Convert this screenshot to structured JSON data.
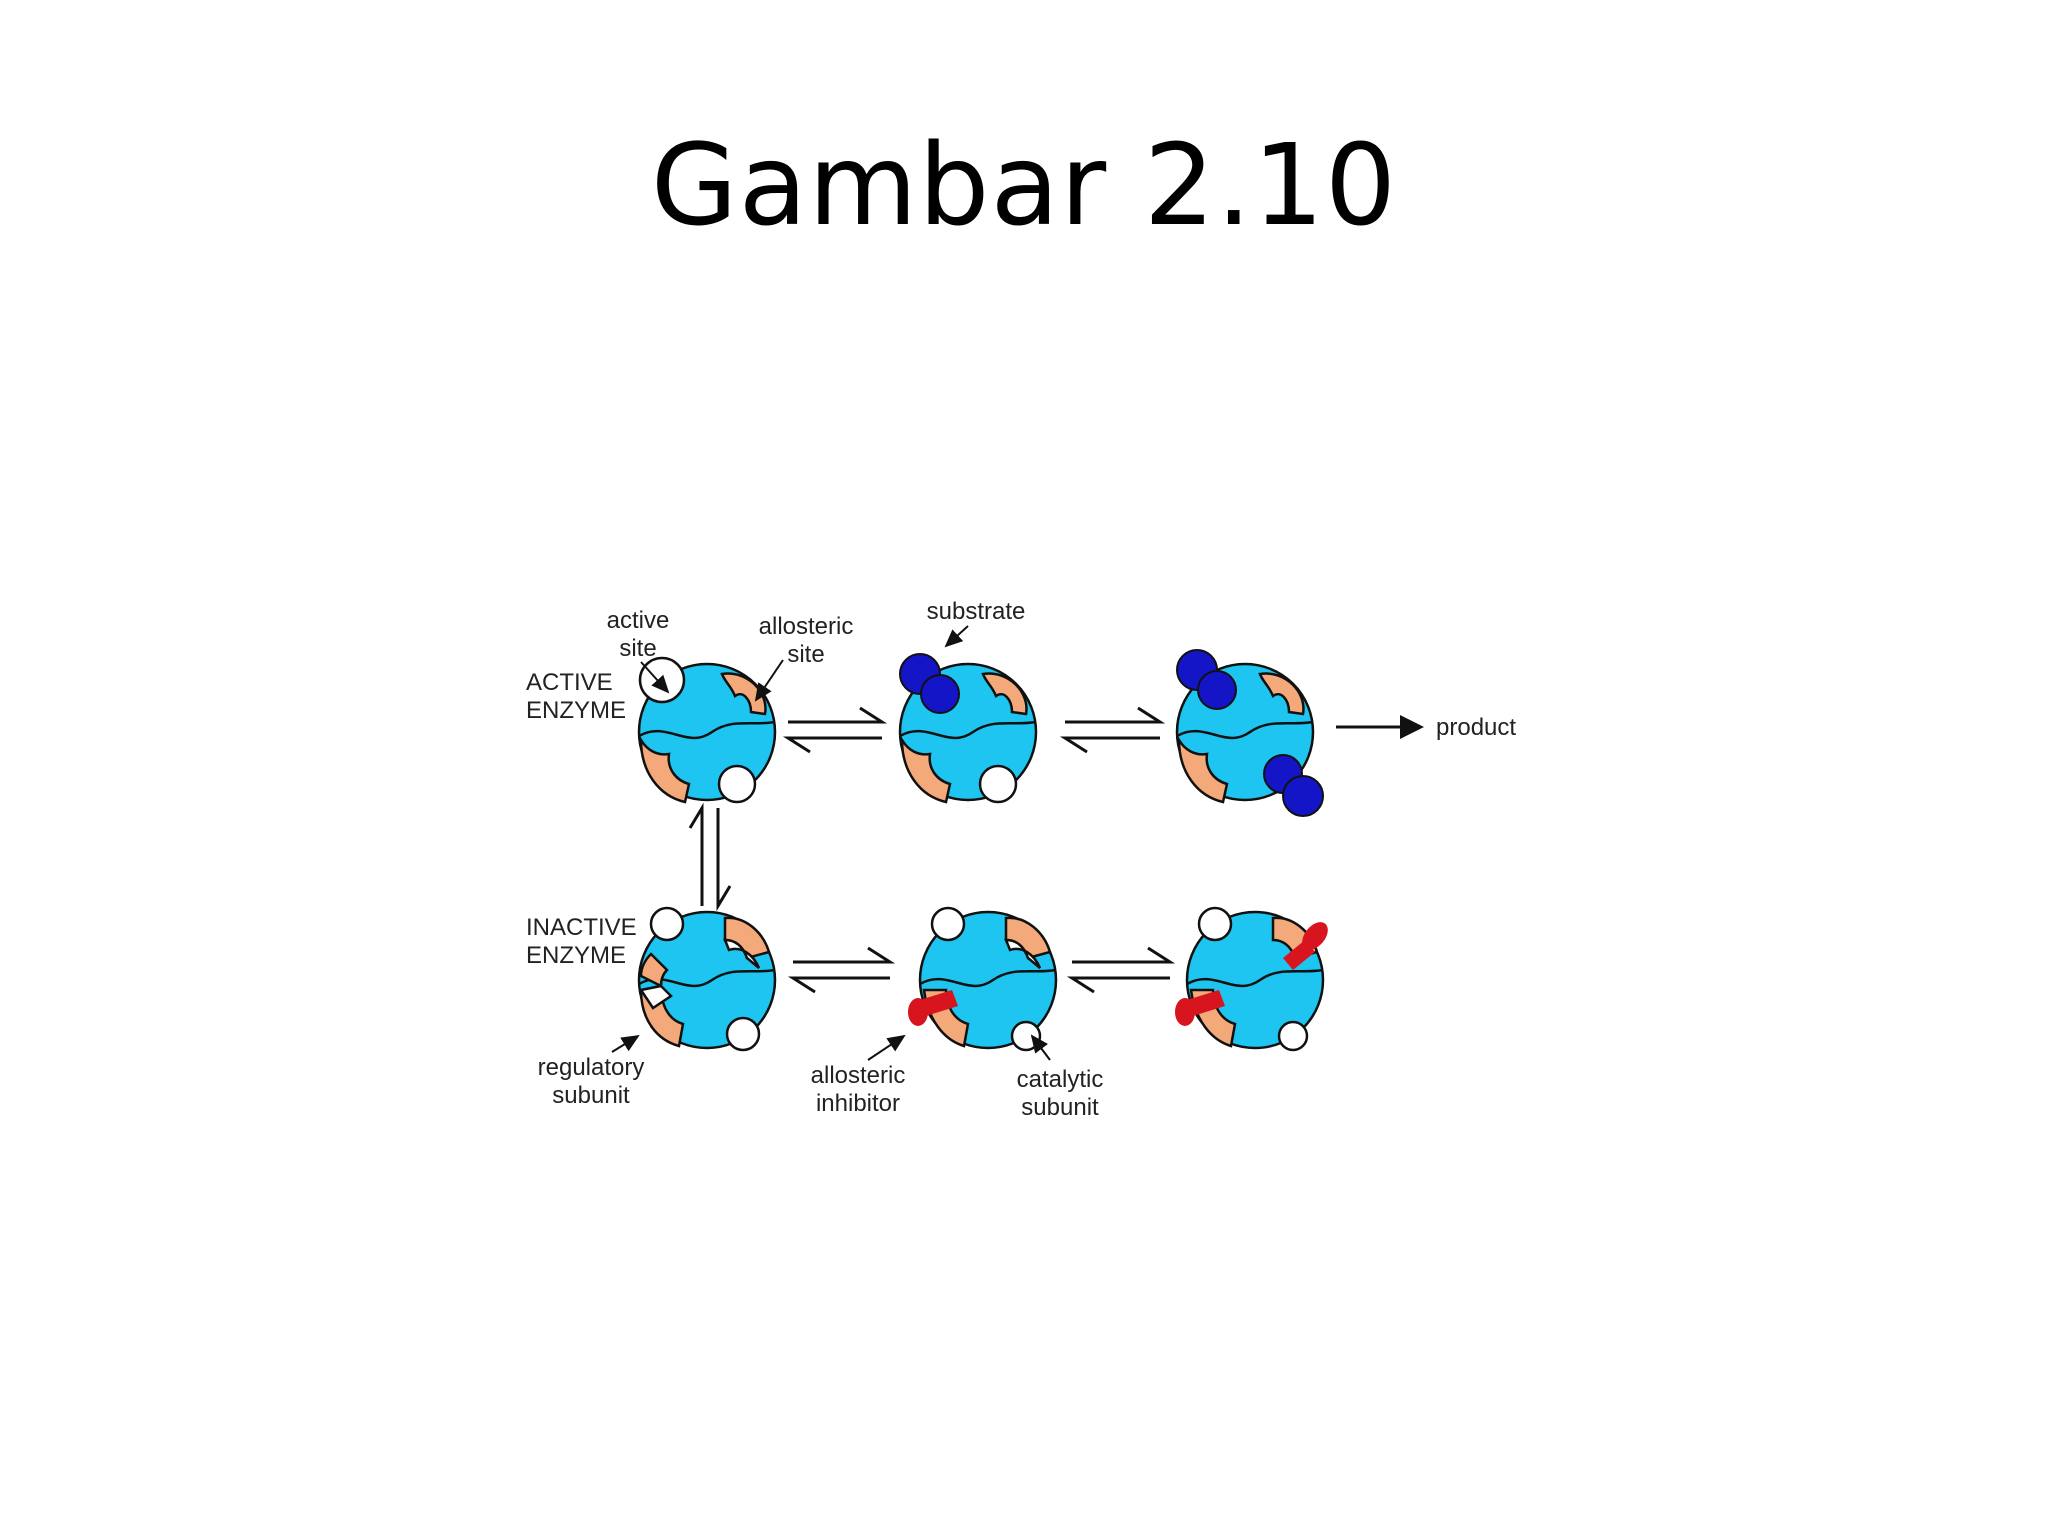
{
  "slide": {
    "title": "Gambar 2.10"
  },
  "diagram": {
    "labels": {
      "active_site_line1": "active",
      "active_site_line2": "site",
      "allosteric_site_line1": "allosteric",
      "allosteric_site_line2": "site",
      "substrate": "substrate",
      "active_enzyme_line1": "ACTIVE",
      "active_enzyme_line2": "ENZYME",
      "product": "product",
      "inactive_enzyme_line1": "INACTIVE",
      "inactive_enzyme_line2": "ENZYME",
      "regulatory_subunit_line1": "regulatory",
      "regulatory_subunit_line2": "subunit",
      "allosteric_inhibitor_line1": "allosteric",
      "allosteric_inhibitor_line2": "inhibitor",
      "catalytic_subunit_line1": "catalytic",
      "catalytic_subunit_line2": "subunit"
    },
    "colors": {
      "enzyme_body": "#1ec5f0",
      "regulatory_subunit": "#f4a97b",
      "substrate": "#1515c8",
      "inhibitor": "#d8141e",
      "outline": "#111111"
    }
  }
}
